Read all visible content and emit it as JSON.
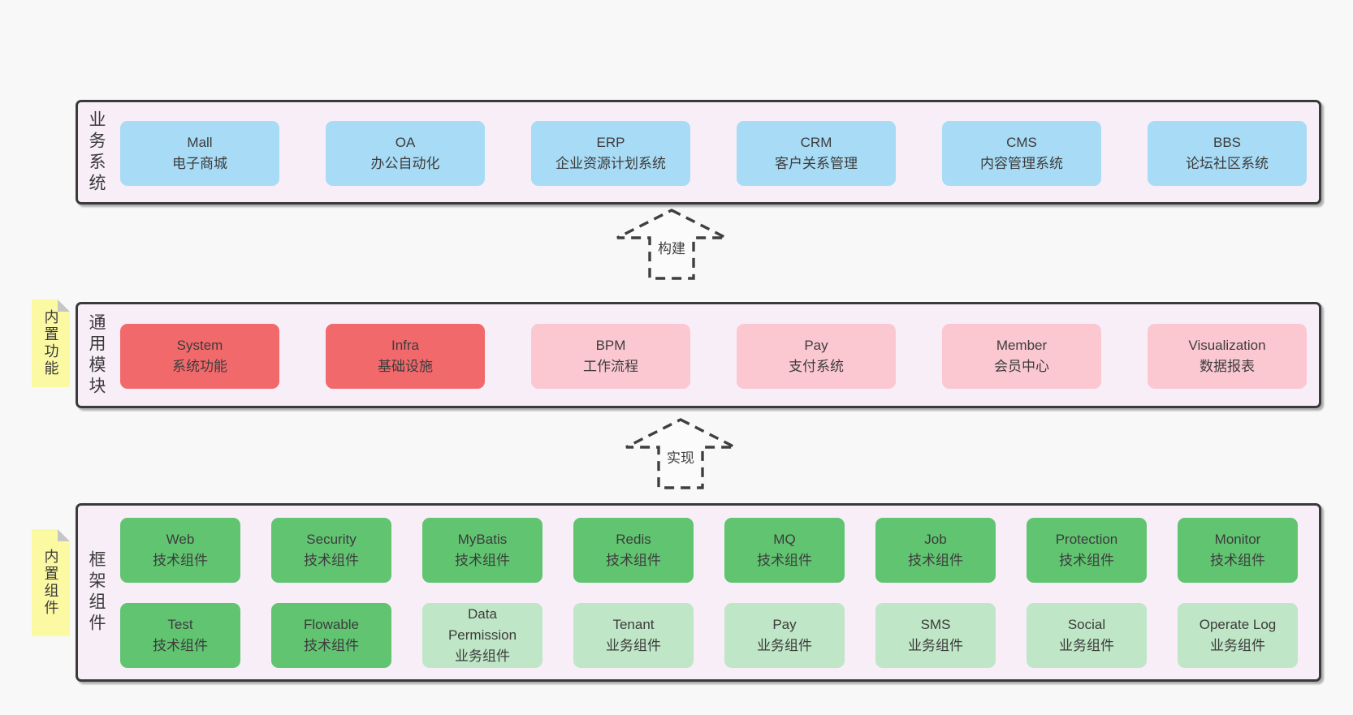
{
  "canvas": {
    "background": "#f8f8f8"
  },
  "colors": {
    "panel_background": "#f8eef8",
    "panel_border": "#3a3a3a",
    "blue_box": "#a8dbf5",
    "red_box": "#f2696b",
    "pink_box": "#fbc8d2",
    "green_box": "#61c471",
    "light_green_box": "#bfe6c6",
    "sticky_yellow": "#fcf9a3",
    "sticky_fold_gray": "#c6c6c6",
    "text": "#3c3c3c"
  },
  "arrows": [
    {
      "label": "构建"
    },
    {
      "label": "实现"
    }
  ],
  "panels": [
    {
      "label": "业务系统",
      "boxes": [
        {
          "title": "Mall",
          "subtitle": "电子商城",
          "variant": "blue"
        },
        {
          "title": "OA",
          "subtitle": "办公自动化",
          "variant": "blue"
        },
        {
          "title": "ERP",
          "subtitle": "企业资源计划系统",
          "variant": "blue"
        },
        {
          "title": "CRM",
          "subtitle": "客户关系管理",
          "variant": "blue"
        },
        {
          "title": "CMS",
          "subtitle": "内容管理系统",
          "variant": "blue"
        },
        {
          "title": "BBS",
          "subtitle": "论坛社区系统",
          "variant": "blue"
        }
      ]
    },
    {
      "label": "通用模块",
      "sticky": "内置功能",
      "boxes": [
        {
          "title": "System",
          "subtitle": "系统功能",
          "variant": "red"
        },
        {
          "title": "Infra",
          "subtitle": "基础设施",
          "variant": "red"
        },
        {
          "title": "BPM",
          "subtitle": "工作流程",
          "variant": "pink"
        },
        {
          "title": "Pay",
          "subtitle": "支付系统",
          "variant": "pink"
        },
        {
          "title": "Member",
          "subtitle": "会员中心",
          "variant": "pink"
        },
        {
          "title": "Visualization",
          "subtitle": "数据报表",
          "variant": "pink"
        }
      ]
    },
    {
      "label": "框架组件",
      "sticky": "内置组件",
      "rows": [
        [
          {
            "title": "Web",
            "subtitle": "技术组件",
            "variant": "green"
          },
          {
            "title": "Security",
            "subtitle": "技术组件",
            "variant": "green"
          },
          {
            "title": "MyBatis",
            "subtitle": "技术组件",
            "variant": "green"
          },
          {
            "title": "Redis",
            "subtitle": "技术组件",
            "variant": "green"
          },
          {
            "title": "MQ",
            "subtitle": "技术组件",
            "variant": "green"
          },
          {
            "title": "Job",
            "subtitle": "技术组件",
            "variant": "green"
          },
          {
            "title": "Protection",
            "subtitle": "技术组件",
            "variant": "green"
          },
          {
            "title": "Monitor",
            "subtitle": "技术组件",
            "variant": "green"
          }
        ],
        [
          {
            "title": "Test",
            "subtitle": "技术组件",
            "variant": "green"
          },
          {
            "title": "Flowable",
            "subtitle": "技术组件",
            "variant": "green"
          },
          {
            "title": "Data Permission",
            "subtitle": "业务组件",
            "variant": "light_green"
          },
          {
            "title": "Tenant",
            "subtitle": "业务组件",
            "variant": "light_green"
          },
          {
            "title": "Pay",
            "subtitle": "业务组件",
            "variant": "light_green"
          },
          {
            "title": "SMS",
            "subtitle": "业务组件",
            "variant": "light_green"
          },
          {
            "title": "Social",
            "subtitle": "业务组件",
            "variant": "light_green"
          },
          {
            "title": "Operate Log",
            "subtitle": "业务组件",
            "variant": "light_green"
          }
        ]
      ]
    }
  ]
}
